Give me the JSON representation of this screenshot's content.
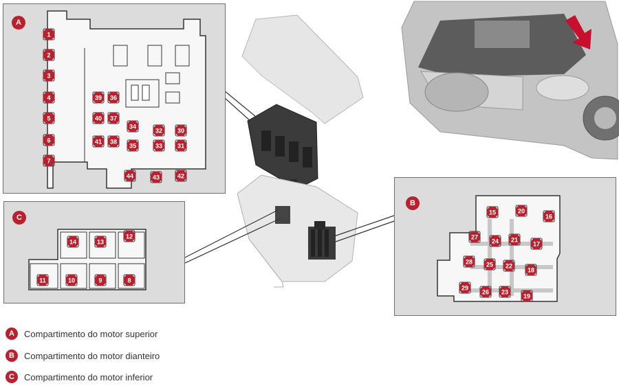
{
  "panels": {
    "a": {
      "letter": "A"
    },
    "b": {
      "letter": "B"
    },
    "c": {
      "letter": "C"
    }
  },
  "fuses": {
    "a": [
      "1",
      "2",
      "3",
      "4",
      "5",
      "6",
      "7",
      "39",
      "36",
      "40",
      "37",
      "41",
      "38",
      "34",
      "35",
      "32",
      "33",
      "30",
      "31",
      "44",
      "43",
      "42"
    ],
    "b": [
      "15",
      "20",
      "16",
      "27",
      "24",
      "21",
      "17",
      "28",
      "25",
      "22",
      "18",
      "29",
      "26",
      "23",
      "19"
    ],
    "c": [
      "14",
      "13",
      "12",
      "11",
      "10",
      "9",
      "8"
    ]
  },
  "legend": [
    {
      "letter": "A",
      "text": "Compartimento do motor superior"
    },
    {
      "letter": "B",
      "text": "Compartimento do motor dianteiro"
    },
    {
      "letter": "C",
      "text": "Compartimento do motor inferior"
    }
  ],
  "colors": {
    "accent": "#b8222e",
    "panel": "#dcdcdc"
  }
}
